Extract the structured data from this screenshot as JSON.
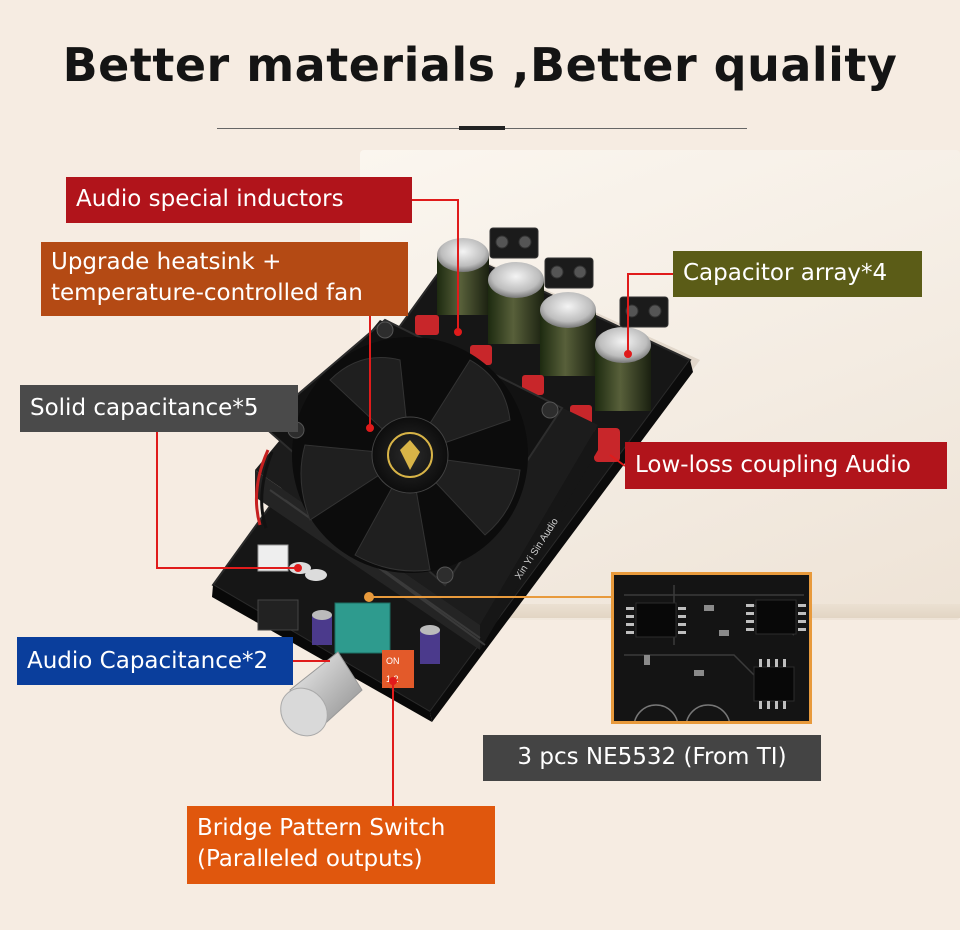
{
  "title": "Better materials ,Better quality",
  "labels": {
    "inductors": "Audio special inductors",
    "heatsink_line1": "Upgrade heatsink +",
    "heatsink_line2": "temperature-controlled fan",
    "capacitor_array": "Capacitor array*4",
    "solid_capacitance": "Solid capacitance*5",
    "coupling": "Low-loss coupling Audio",
    "audio_capacitance": "Audio Capacitance*2",
    "ne5532": "3 pcs NE5532 (From TI)",
    "bridge_line1": "Bridge Pattern Switch",
    "bridge_line2": "(Paralleled outputs)"
  },
  "board": {
    "silkscreen": "Xin Yi Sin Audio",
    "switch_on": "ON",
    "switch_pins": "1 2"
  },
  "colors": {
    "red_label": "#b1141b",
    "orange_brown_label": "#b44a14",
    "olive_label": "#5b5c17",
    "gray_label": "#4a4a4a",
    "blue_label": "#0a3e9c",
    "orange_label": "#e0570d",
    "leader_line": "#e01b1b",
    "inset_border": "#e89a3c",
    "background": "#f6ece2"
  }
}
